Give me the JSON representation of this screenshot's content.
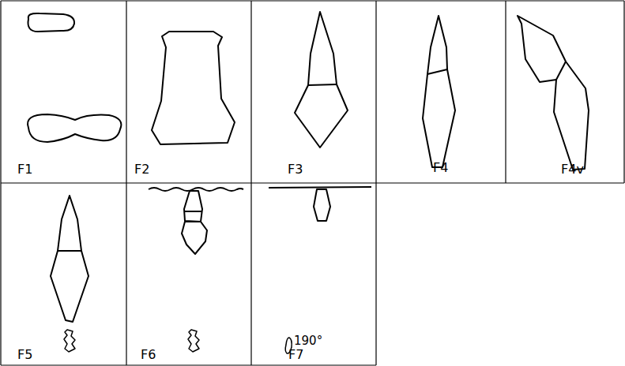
{
  "diagram": {
    "labels": [
      "F1",
      "F2",
      "F3",
      "F4",
      "F4v",
      "F5",
      "F6",
      "F7",
      "190°"
    ]
  }
}
